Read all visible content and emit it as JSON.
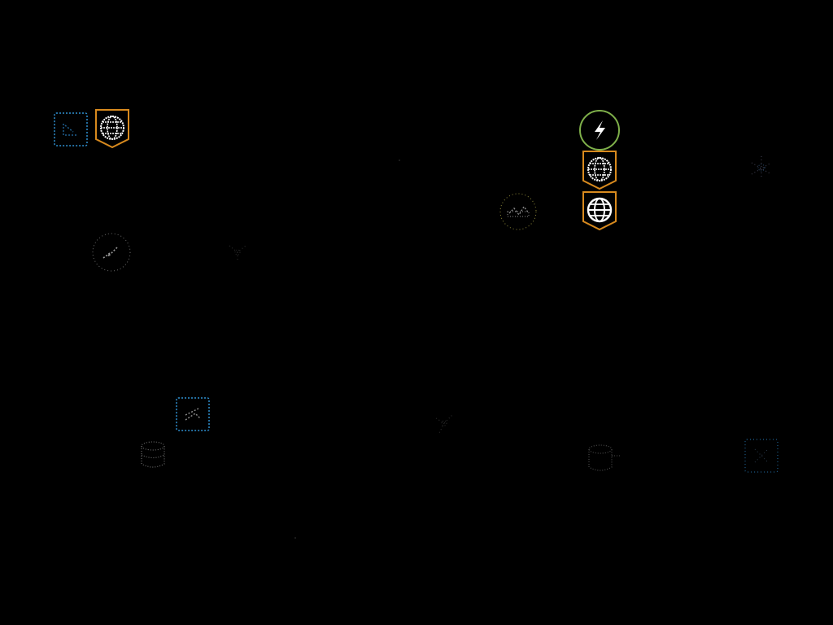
{
  "colors": {
    "background": "#000000",
    "blue": "#2f8fd0",
    "orange": "#d88a1e",
    "green": "#7fb04a",
    "white": "#ffffff",
    "dim_white": "#8a8a8a",
    "dim_blue": "#1f5f8f",
    "dim_yellow": "#8f8a3a"
  },
  "icons": [
    {
      "id": "blue-square-arrow-icon-1",
      "kind": "blue-square-arrow",
      "state": "faded"
    },
    {
      "id": "orange-shield-globe-icon-1",
      "kind": "orange-shield-globe",
      "state": "visible"
    },
    {
      "id": "green-circle-bolt-icon",
      "kind": "green-circle-bolt",
      "state": "visible"
    },
    {
      "id": "orange-shield-globe-icon-2",
      "kind": "orange-shield-globe",
      "state": "visible"
    },
    {
      "id": "orange-shield-globe-icon-3",
      "kind": "orange-shield-globe",
      "state": "visible"
    },
    {
      "id": "circle-hub-icon",
      "kind": "circle-hub",
      "state": "faded"
    },
    {
      "id": "star-node-icon",
      "kind": "star-node",
      "state": "faded"
    },
    {
      "id": "circle-bolt-icon",
      "kind": "circle-bolt",
      "state": "faded"
    },
    {
      "id": "node-cluster-icon-1",
      "kind": "node-cluster",
      "state": "faded"
    },
    {
      "id": "blue-square-arrow-icon-2",
      "kind": "blue-square-arrow",
      "state": "faded"
    },
    {
      "id": "database-icon",
      "kind": "database",
      "state": "faded"
    },
    {
      "id": "node-cluster-icon-2",
      "kind": "node-cluster",
      "state": "faded"
    },
    {
      "id": "database-icon-2",
      "kind": "database",
      "state": "faded"
    },
    {
      "id": "blue-square-icon-3",
      "kind": "blue-square",
      "state": "faded"
    }
  ]
}
